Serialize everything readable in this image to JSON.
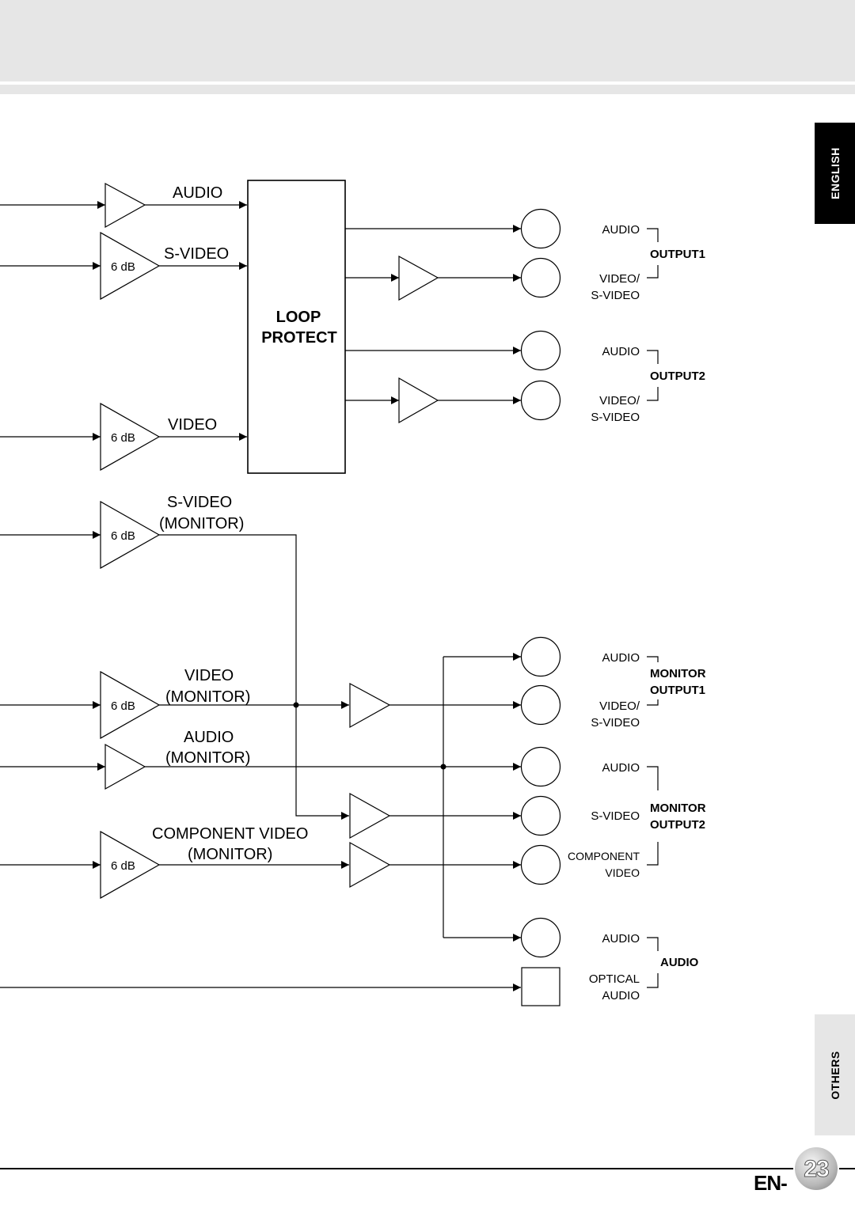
{
  "tabs": {
    "english": "ENGLISH",
    "others": "OTHERS"
  },
  "page": {
    "prefix": "EN-",
    "number": "23"
  },
  "gain": "6 dB",
  "signals": {
    "audio": "AUDIO",
    "svideo": "S-VIDEO",
    "video": "VIDEO",
    "svideo_mon": "S-VIDEO",
    "monitor": "(MONITOR)",
    "video_mon": "VIDEO",
    "audio_mon": "AUDIO",
    "component_video": "COMPONENT VIDEO"
  },
  "loop_protect": [
    "LOOP",
    "PROTECT"
  ],
  "outputs": {
    "audio": "AUDIO",
    "video_slash": "VIDEO/",
    "svideo": "S-VIDEO",
    "component": "COMPONENT",
    "video": "VIDEO",
    "optical": "OPTICAL",
    "output1": "OUTPUT1",
    "output2": "OUTPUT2",
    "monitor": "MONITOR",
    "audio_group": "AUDIO"
  }
}
